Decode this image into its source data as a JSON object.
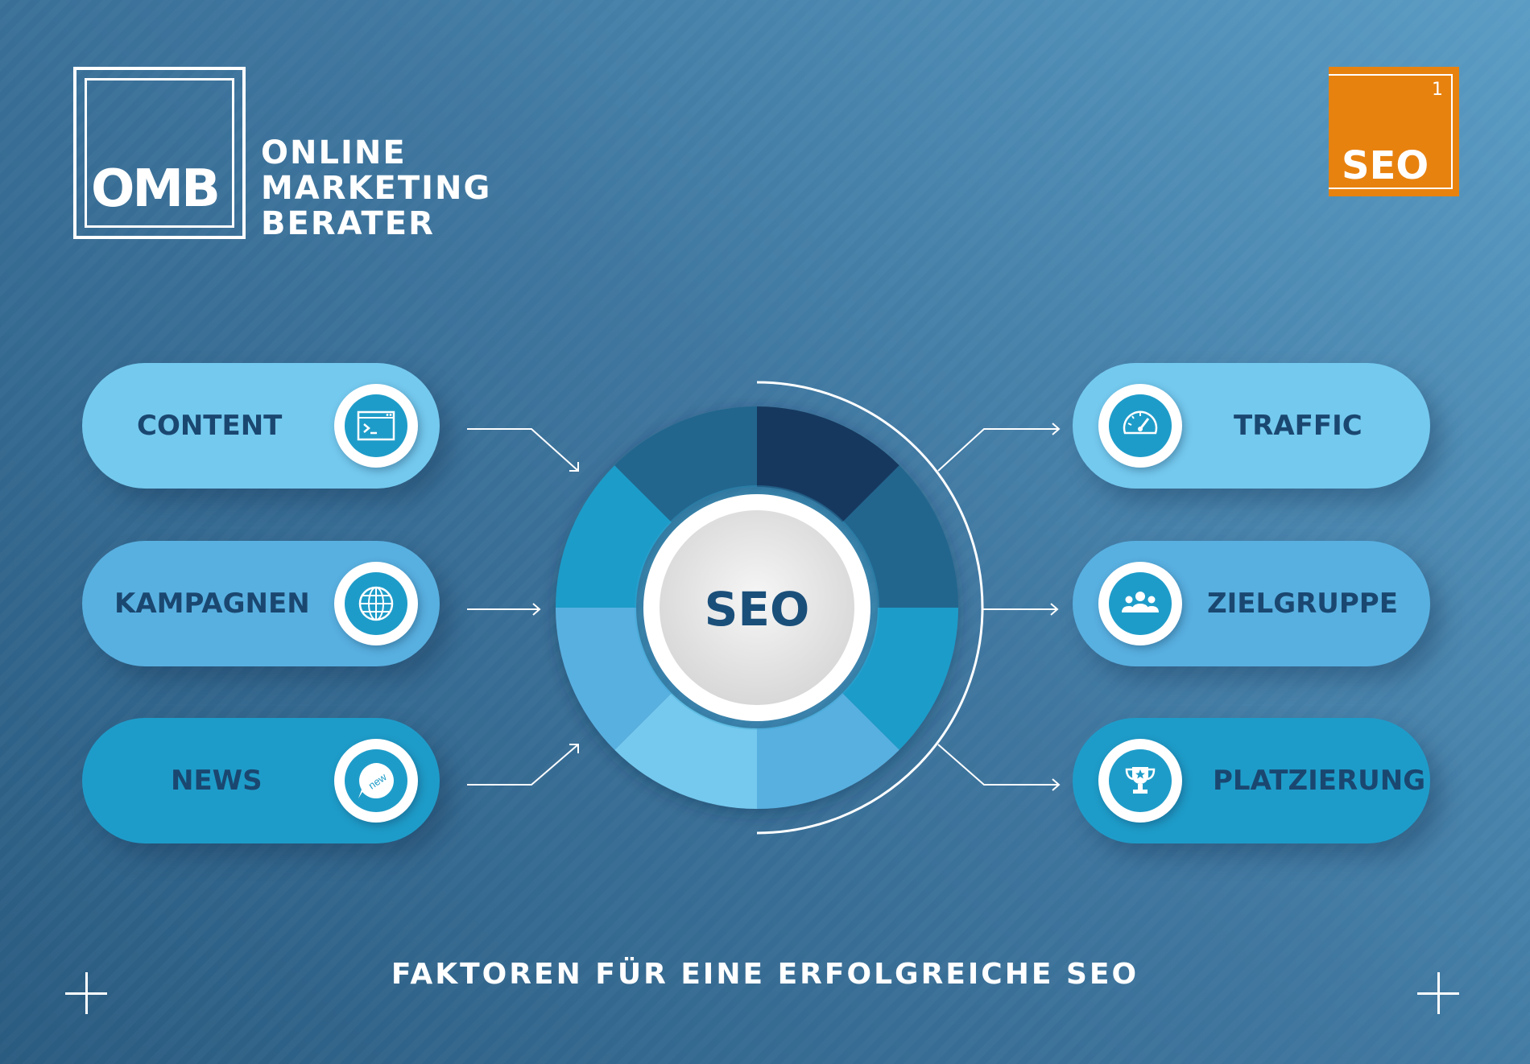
{
  "logo": {
    "letters": "OMB",
    "lines": [
      "ONLINE",
      "MARKETING",
      "BERATER"
    ]
  },
  "badge": {
    "number": "1",
    "label": "SEO",
    "color": "#e8820f"
  },
  "center": {
    "label": "SEO"
  },
  "inputs": [
    {
      "label": "CONTENT",
      "icon": "terminal-window-icon"
    },
    {
      "label": "KAMPAGNEN",
      "icon": "globe-icon"
    },
    {
      "label": "NEWS",
      "icon": "new-speech-bubble-icon",
      "icon_text": "new"
    }
  ],
  "outputs": [
    {
      "label": "TRAFFIC",
      "icon": "speedometer-icon"
    },
    {
      "label": "ZIELGRUPPE",
      "icon": "group-of-people-icon"
    },
    {
      "label": "PLATZIERUNG",
      "icon": "trophy-icon"
    }
  ],
  "footer": {
    "title": "FAKTOREN FÜR EINE ERFOLGREICHE SEO"
  },
  "colors": {
    "navy": "#1a4770",
    "pill_light": "#74c9ee",
    "pill_mid": "#58b0e0",
    "pill_dark": "#1e9cc9",
    "ring_segments": [
      "#18385e",
      "#20668e",
      "#1e9cc9",
      "#58b0e0",
      "#74c9ee",
      "#58b0e0",
      "#1e9cc9",
      "#20668e"
    ]
  }
}
